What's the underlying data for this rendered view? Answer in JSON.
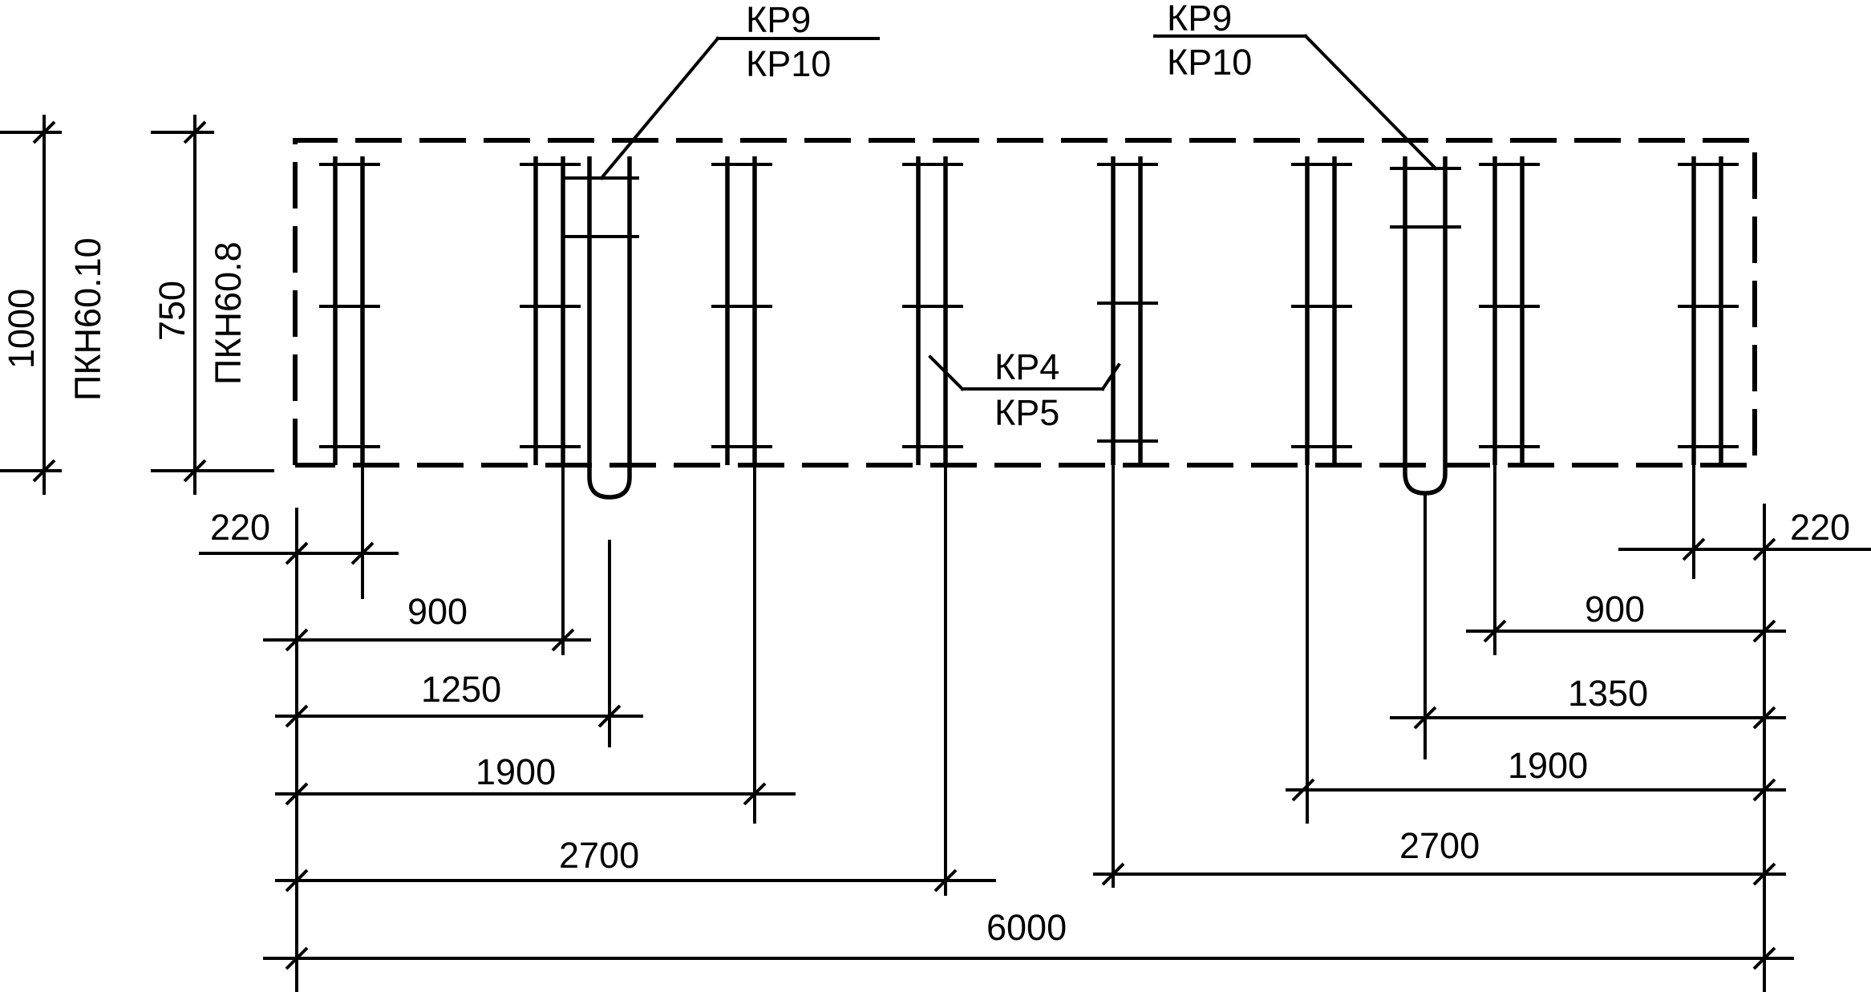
{
  "labels": {
    "callout_left_top": "КР9",
    "callout_left_bottom": "КР10",
    "callout_right_top": "КР9",
    "callout_right_bottom": "КР10",
    "callout_mid_top": "КР4",
    "callout_mid_bottom": "КР5",
    "slab_outer": "ПКН60.10",
    "slab_inner": "ПКН60.8"
  },
  "dimensions": {
    "height_outer": "1000",
    "height_inner": "750",
    "left": [
      "220",
      "900",
      "1250",
      "1900",
      "2700"
    ],
    "right": [
      "220",
      "900",
      "1350",
      "1900",
      "2700"
    ],
    "total": "6000"
  }
}
